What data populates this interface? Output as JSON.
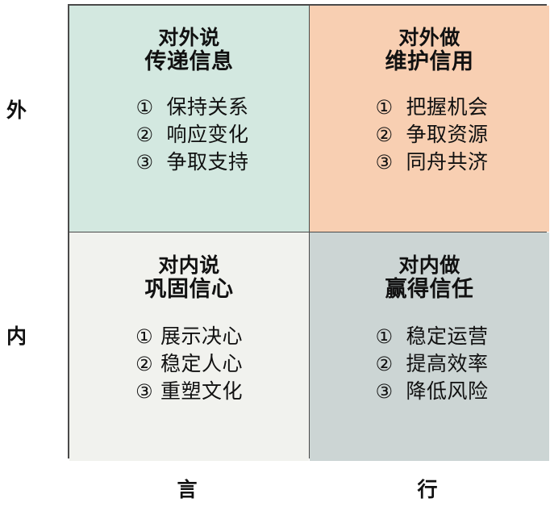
{
  "diagram": {
    "type": "2x2-matrix",
    "axes": {
      "rows": [
        {
          "key": "outer",
          "label": "外"
        },
        {
          "key": "inner",
          "label": "内"
        }
      ],
      "columns": [
        {
          "key": "words",
          "label": "言"
        },
        {
          "key": "deeds",
          "label": "行"
        }
      ]
    },
    "colors": {
      "outer_words_fill": "#d3e8e0",
      "outer_deeds_fill": "#f8cfb2",
      "inner_words_fill": "#f1f2ee",
      "inner_deeds_fill": "#ccd5d4",
      "border": "#4a4a4a",
      "text": "#111111",
      "background": "#ffffff"
    },
    "quadrants": [
      {
        "key": "outer-say",
        "row": "外",
        "column": "言",
        "title_line1": "对外说",
        "title_line2": "传递信息",
        "fill": "#d3e8e0",
        "items": [
          {
            "marker": "①",
            "text": "保持关系"
          },
          {
            "marker": "②",
            "text": "响应变化"
          },
          {
            "marker": "③",
            "text": "争取支持"
          }
        ]
      },
      {
        "key": "outer-do",
        "row": "外",
        "column": "行",
        "title_line1": "对外做",
        "title_line2": "维护信用",
        "fill": "#f8cfb2",
        "items": [
          {
            "marker": "①",
            "text": "把握机会"
          },
          {
            "marker": "②",
            "text": "争取资源"
          },
          {
            "marker": "③",
            "text": "同舟共济"
          }
        ]
      },
      {
        "key": "inner-say",
        "row": "内",
        "column": "言",
        "title_line1": "对内说",
        "title_line2": "巩固信心",
        "fill": "#f1f2ee",
        "items": [
          {
            "marker": "①",
            "text": "展示决心"
          },
          {
            "marker": "②",
            "text": "稳定人心"
          },
          {
            "marker": "③",
            "text": "重塑文化"
          }
        ]
      },
      {
        "key": "inner-do",
        "row": "内",
        "column": "行",
        "title_line1": "对内做",
        "title_line2": "赢得信任",
        "fill": "#ccd5d4",
        "items": [
          {
            "marker": "①",
            "text": "稳定运营"
          },
          {
            "marker": "②",
            "text": "提高效率"
          },
          {
            "marker": "③",
            "text": "降低风险"
          }
        ]
      }
    ]
  }
}
